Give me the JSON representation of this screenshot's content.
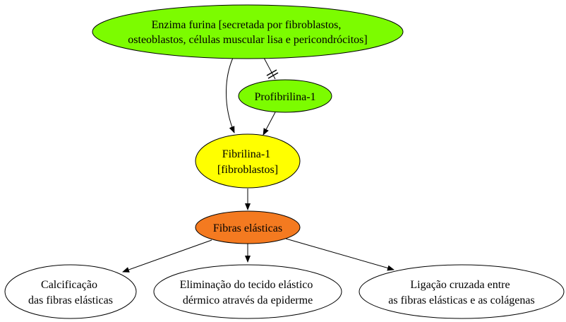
{
  "colors": {
    "green": "#7cfc00",
    "yellow": "#ffff00",
    "orange": "#f47a20",
    "white": "#ffffff",
    "stroke": "#000000"
  },
  "nodes": {
    "furina": {
      "lines": [
        "Enzima furina [secretada por fibroblastos,",
        "osteoblastos, células muscular lisa e pericondrócitos]"
      ],
      "color": "#7cfc00"
    },
    "profibrilina": {
      "lines": [
        "Profibrilina-1"
      ],
      "color": "#7cfc00"
    },
    "fibrilina": {
      "lines": [
        "Fibrilina-1",
        "[fibroblastos]"
      ],
      "color": "#ffff00"
    },
    "fibras": {
      "lines": [
        "Fibras elásticas"
      ],
      "color": "#f47a20"
    },
    "calcificacao": {
      "lines": [
        "Calcificação",
        "das fibras elásticas"
      ],
      "color": "#ffffff"
    },
    "eliminacao": {
      "lines": [
        "Eliminação do tecido elástico",
        "dérmico através da epiderme"
      ],
      "color": "#ffffff"
    },
    "ligacao": {
      "lines": [
        "Ligação cruzada entre",
        "as fibras elásticas e as colágenas"
      ],
      "color": "#ffffff"
    }
  }
}
